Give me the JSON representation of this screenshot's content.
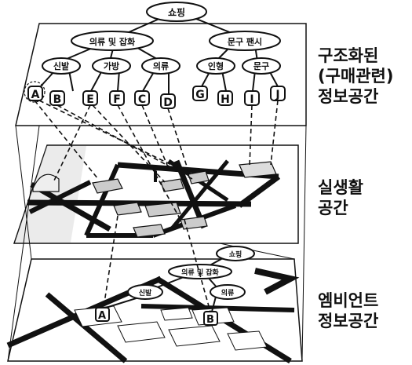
{
  "top_layer": {
    "root": "쇼핑",
    "categories": [
      "의류 및 잡화",
      "문구 팬시"
    ],
    "subcategories": [
      "신발",
      "가방",
      "의류",
      "인형",
      "문구"
    ],
    "items": [
      "A",
      "B",
      "E",
      "F",
      "C",
      "D",
      "G",
      "H",
      "I",
      "J"
    ],
    "label_lines": [
      "구조화된",
      "(구매관련)",
      "정보공간"
    ]
  },
  "middle_layer": {
    "label_lines": [
      "실생활",
      "공간"
    ]
  },
  "bottom_layer": {
    "root": "쇼핑",
    "category": "의류 및 잡화",
    "subcategories": [
      "신발",
      "의류"
    ],
    "items": [
      "A",
      "B"
    ],
    "label_lines": [
      "엠비언트",
      "정보공간"
    ]
  }
}
